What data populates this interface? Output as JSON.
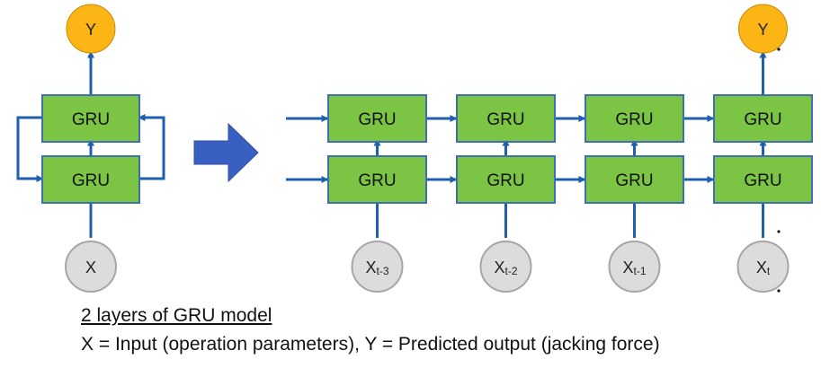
{
  "colors": {
    "gru_fill": "#7CC443",
    "gru_stroke": "#3E6FB0",
    "arrow": "#1F5FB0",
    "output_fill": "#FBB515",
    "input_fill": "#DCDCDC",
    "input_stroke": "#A6A6A6",
    "transition_arrow": "#3A5FC2"
  },
  "folded": {
    "output_label": "Y",
    "input_label": "X",
    "layers": [
      "GRU",
      "GRU"
    ]
  },
  "unrolled": {
    "cell_label": "GRU",
    "output_label": "Y",
    "timesteps": [
      {
        "base": "X",
        "sub": "t-3"
      },
      {
        "base": "X",
        "sub": "t-2"
      },
      {
        "base": "X",
        "sub": "t-1"
      },
      {
        "base": "X",
        "sub": "t"
      }
    ]
  },
  "caption": {
    "title": "2 layers of GRU model",
    "legend": "X = Input (operation parameters), Y = Predicted output (jacking force)"
  }
}
